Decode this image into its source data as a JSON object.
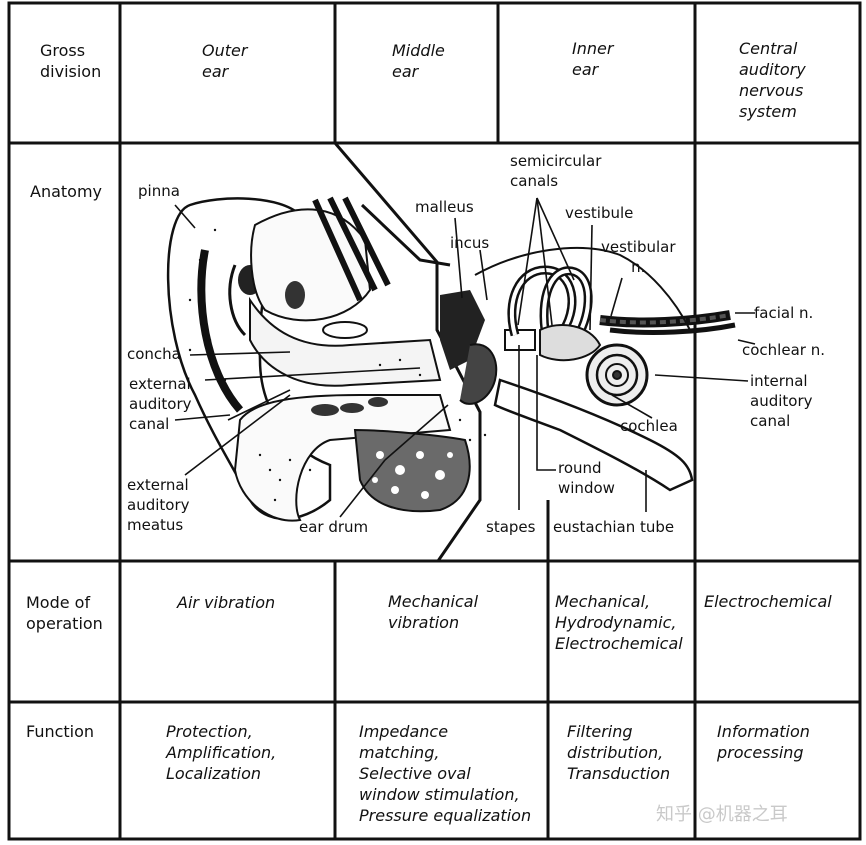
{
  "header": {
    "row_label": "Gross\ndivision",
    "outer": "Outer\near",
    "middle": "Middle\near",
    "inner": "Inner\near",
    "central": "Central\nauditory\nnervous\nsystem"
  },
  "anatomy": {
    "row_label": "Anatomy",
    "labels": {
      "pinna": "pinna",
      "concha": "concha",
      "ext_canal": "external\nauditory\ncanal",
      "ext_meatus": "external\nauditory\nmeatus",
      "ear_drum": "ear drum",
      "malleus": "malleus",
      "incus": "incus",
      "semicircular": "semicircular\ncanals",
      "vestibule": "vestibule",
      "vestibular_n": "vestibular\nn.",
      "facial_n": "facial n.",
      "cochlear_n": "cochlear n.",
      "internal_canal": "internal\nauditory\ncanal",
      "cochlea": "cochlea",
      "round_window": "round\nwindow",
      "stapes": "stapes",
      "eustachian": "eustachian tube"
    }
  },
  "mode": {
    "row_label": "Mode of\noperation",
    "outer": "Air vibration",
    "middle": "Mechanical\nvibration",
    "inner": "Mechanical,\nHydrodynamic,\nElectrochemical",
    "central": "Electrochemical"
  },
  "function": {
    "row_label": "Function",
    "outer": "Protection,\nAmplification,\nLocalization",
    "middle": "Impedance\nmatching,\nSelective oval\nwindow stimulation,\nPressure equalization",
    "inner": "Filtering\ndistribution,\nTransduction",
    "central": "Information\nprocessing"
  },
  "watermark": "知乎 @机器之耳"
}
